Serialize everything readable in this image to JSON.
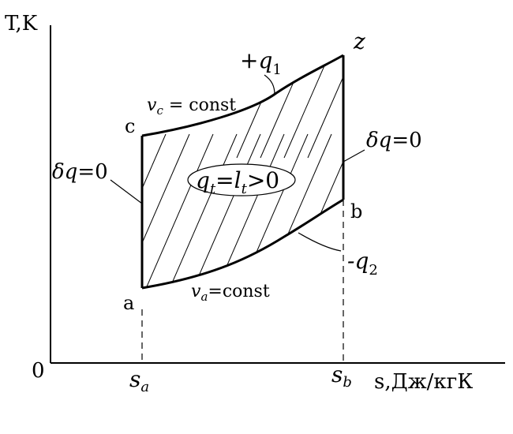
{
  "axes": {
    "y_label": "T,K",
    "origin": "0",
    "x_label": "s,Дж/кгК"
  },
  "points": {
    "a": "a",
    "b": "b",
    "c": "c",
    "z": "z"
  },
  "ticks": {
    "sa": {
      "base": "s",
      "sub": "a"
    },
    "sb": {
      "base": "s",
      "sub": "b"
    }
  },
  "annotations": {
    "q1": {
      "prefix": "+q",
      "sub": "1"
    },
    "q2": {
      "prefix": "-q",
      "sub": "2"
    },
    "vc": {
      "base": "v",
      "sub": "c",
      "rest": " = const"
    },
    "va": {
      "base": "v",
      "sub": "a",
      "rest": "=const"
    },
    "dq_left": {
      "delta": "δ",
      "q": "q",
      "rest": "=0"
    },
    "dq_right": {
      "delta": "δ",
      "q": "q",
      "rest": "=0"
    },
    "cycle": {
      "q": "q",
      "qsub": "t",
      "eq": "=",
      "l": "l",
      "lsub": "t",
      "rest": ">0"
    }
  }
}
